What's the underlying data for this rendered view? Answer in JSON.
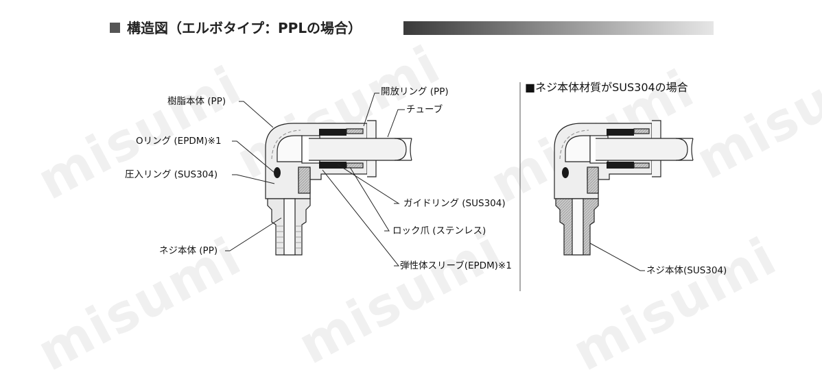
{
  "title": "構造図（エルボタイプ：PPLの場合）",
  "subtitle": "■ネジ本体材質がSUS304の場合",
  "labels": {
    "body_pp": "樹脂本体 (PP)",
    "o_ring": "Oリング (EPDM)※1",
    "press_ring": "圧入リング (SUS304)",
    "screw_body_pp": "ネジ本体 (PP)",
    "release_ring": "開放リング (PP)",
    "tube": "チューブ",
    "guide_ring": "ガイドリング (SUS304)",
    "lock_claw": "ロック爪 (ステンレス)",
    "elastic_sleeve": "弾性体スリーブ(EPDM)※1",
    "screw_body_sus": "ネジ本体(SUS304)"
  },
  "watermark": "misumi",
  "colors": {
    "title_square": "#555555",
    "line": "#222222",
    "metal": "#b5b5b5",
    "seal": "#1a1a1a"
  }
}
